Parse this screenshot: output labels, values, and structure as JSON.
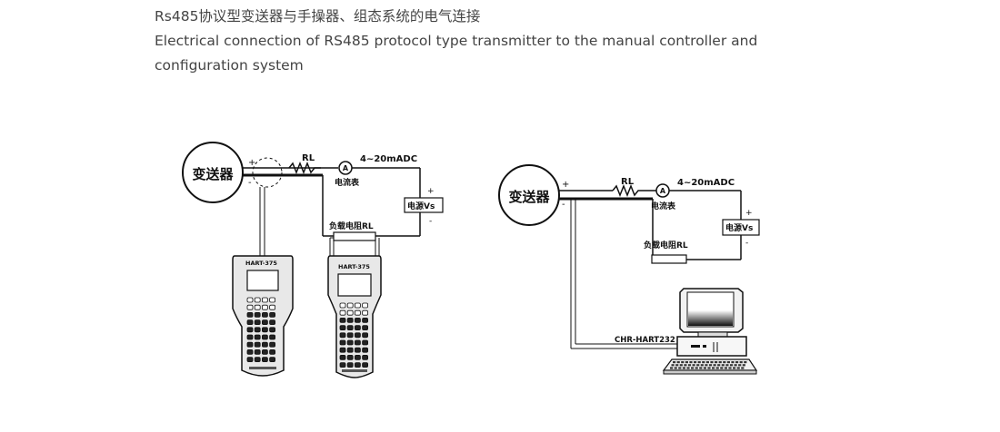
{
  "caption": {
    "line_cn": "Rs485协议型变送器与手操器、组态系统的电气连接",
    "line_en_1": "Electrical connection of RS485 protocol type transmitter to the manual controller and",
    "line_en_2": "configuration system"
  },
  "left": {
    "transmitter": "变送器",
    "plus": "+",
    "minus": "-",
    "resistor": "RL",
    "current_range": "4~20mADC",
    "ammeter_symbol": "A",
    "ammeter_label": "电流表",
    "power_label": "电源Vs",
    "power_plus": "+",
    "power_minus": "-",
    "load_label": "负载电阻RL",
    "device1_model": "HART-375",
    "device2_model": "HART-375"
  },
  "right": {
    "transmitter": "变送器",
    "plus": "+",
    "minus": "-",
    "resistor": "RL",
    "current_range": "4~20mADC",
    "ammeter_symbol": "A",
    "ammeter_label": "电流表",
    "power_label": "电源Vs",
    "power_plus": "+",
    "power_minus": "-",
    "load_label": "负载电阻RL",
    "modem_label": "CHR-HART232"
  }
}
